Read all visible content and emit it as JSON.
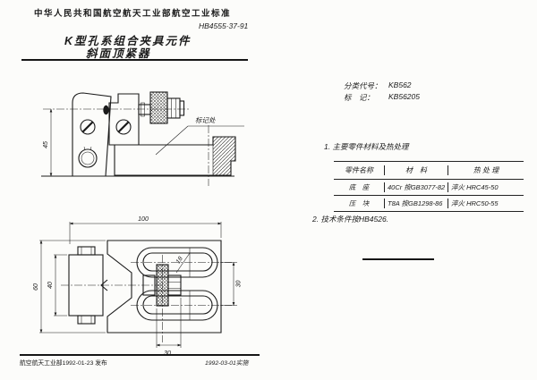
{
  "header": {
    "standard_org_line": "中华人民共和国航空航天工业部航空工业标准",
    "standard_number": "HB4555·37-91",
    "title_line1": "K型孔系组合夹具元件",
    "title_line2": "斜面顶紧器"
  },
  "info": {
    "class_code_label": "分类代号：",
    "class_code_value": "KB562",
    "marking_label": "标　记：",
    "marking_value": "KB56205"
  },
  "notes": {
    "materials_heading": "1. 主要零件材料及热处理",
    "tech_condition": "2. 技术条件按HB4526."
  },
  "materials_table": {
    "headers": [
      "零件名称",
      "材　料",
      "热 处 理"
    ],
    "rows": [
      [
        "底　座",
        "40Cr 按GB3077-82",
        "淬火 HRC45-50"
      ],
      [
        "压　块",
        "T8A 按GB1298-86",
        "淬火 HRC50-55"
      ]
    ]
  },
  "side_view": {
    "dim_height": "45",
    "mark_label": "标记处"
  },
  "plan_view": {
    "dim_width": "100",
    "dim_height": "60",
    "dim_roller": "40",
    "dim_slot_width": "18",
    "dim_center_dist": "30",
    "dim_knob": "30"
  },
  "footer": {
    "issued": "航空航天工业部1992-01-23 发布",
    "implemented": "1992-03-01实施"
  },
  "colors": {
    "ink": "#1b1b1b",
    "paper": "#fcfcfa"
  }
}
